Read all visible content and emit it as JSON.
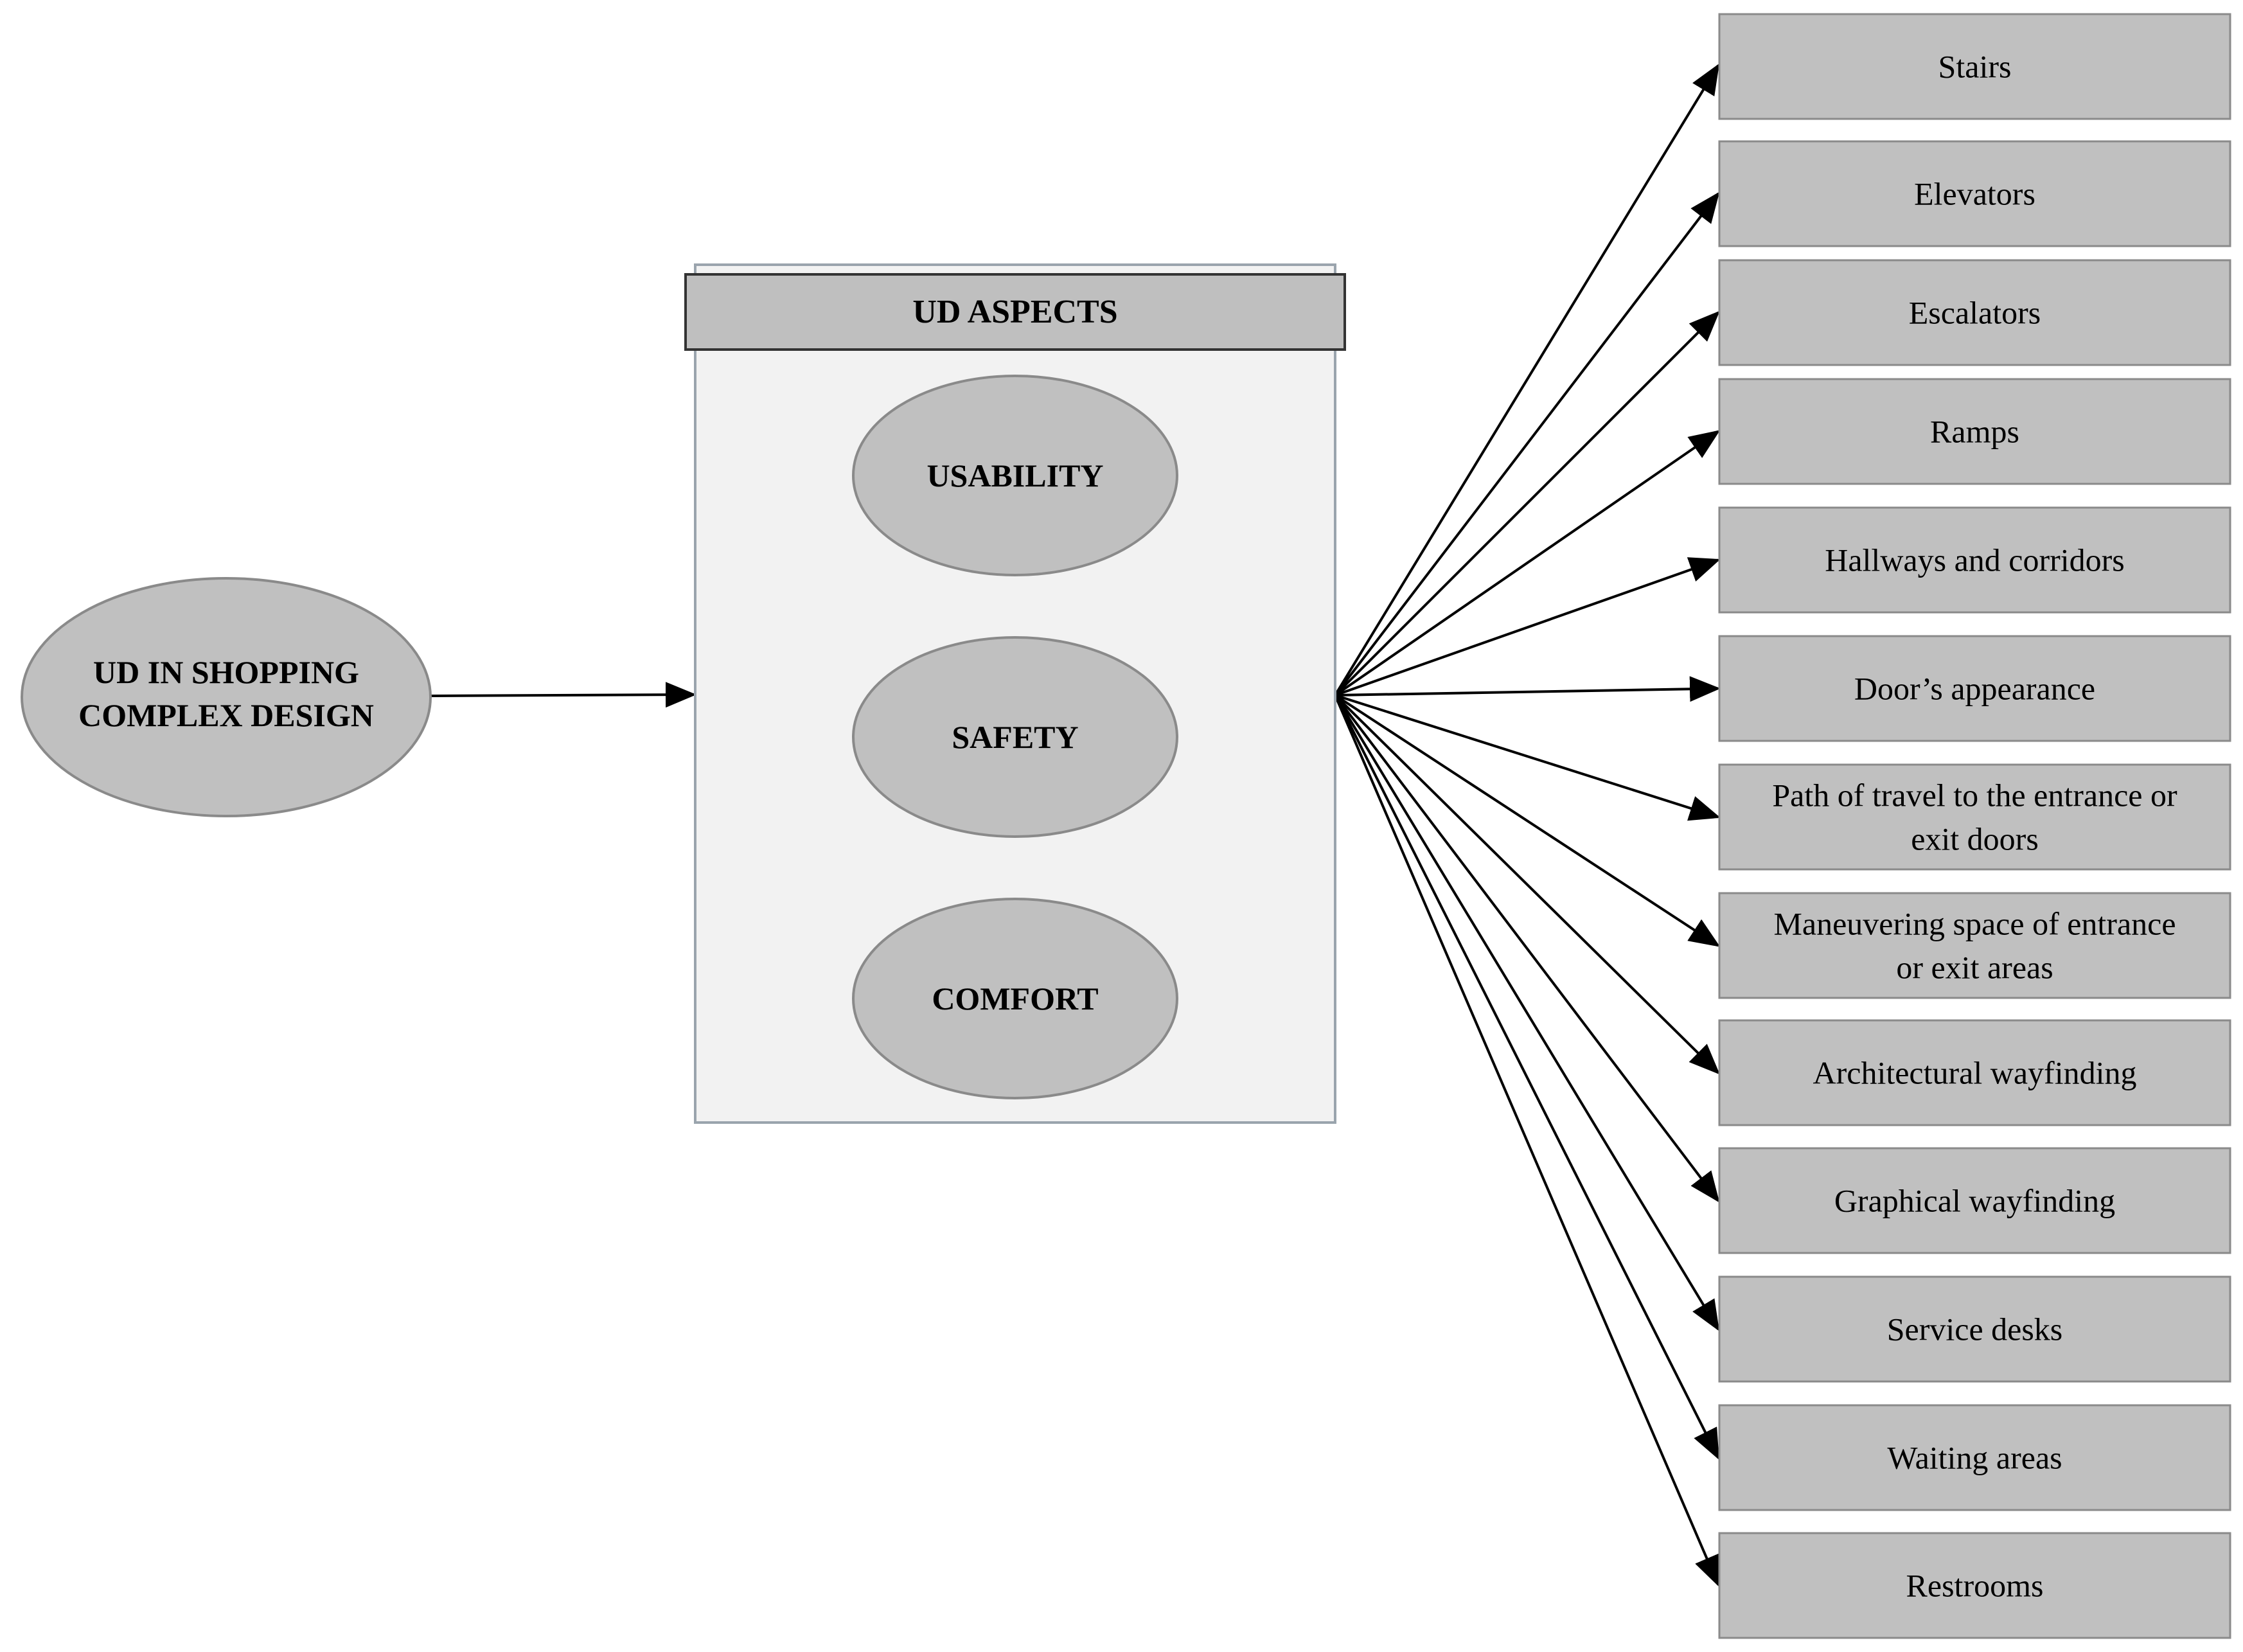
{
  "colors": {
    "node_fill": "#c0c0c0",
    "node_stroke": "#8a8a8a",
    "panel_fill": "#f2f2f2",
    "panel_stroke": "#9aa4ad",
    "header_fill": "#bfbfbf",
    "edge": "#000000",
    "text": "#000000"
  },
  "source": {
    "line1": "UD IN SHOPPING",
    "line2": "COMPLEX DESIGN"
  },
  "aspects": {
    "title": "UD ASPECTS",
    "items": [
      {
        "label": "USABILITY"
      },
      {
        "label": "SAFETY"
      },
      {
        "label": "COMFORT"
      }
    ]
  },
  "targets": [
    {
      "lines": [
        "Stairs"
      ]
    },
    {
      "lines": [
        "Elevators"
      ]
    },
    {
      "lines": [
        "Escalators"
      ]
    },
    {
      "lines": [
        "Ramps"
      ]
    },
    {
      "lines": [
        "Hallways and corridors"
      ]
    },
    {
      "lines": [
        "Door’s appearance"
      ]
    },
    {
      "lines": [
        "Path of travel to the entrance or",
        "exit doors"
      ]
    },
    {
      "lines": [
        "Maneuvering space of entrance",
        "or exit areas"
      ]
    },
    {
      "lines": [
        "Architectural wayfinding"
      ]
    },
    {
      "lines": [
        "Graphical wayfinding"
      ]
    },
    {
      "lines": [
        "Service desks"
      ]
    },
    {
      "lines": [
        "Waiting areas"
      ]
    },
    {
      "lines": [
        "Restrooms"
      ]
    }
  ]
}
